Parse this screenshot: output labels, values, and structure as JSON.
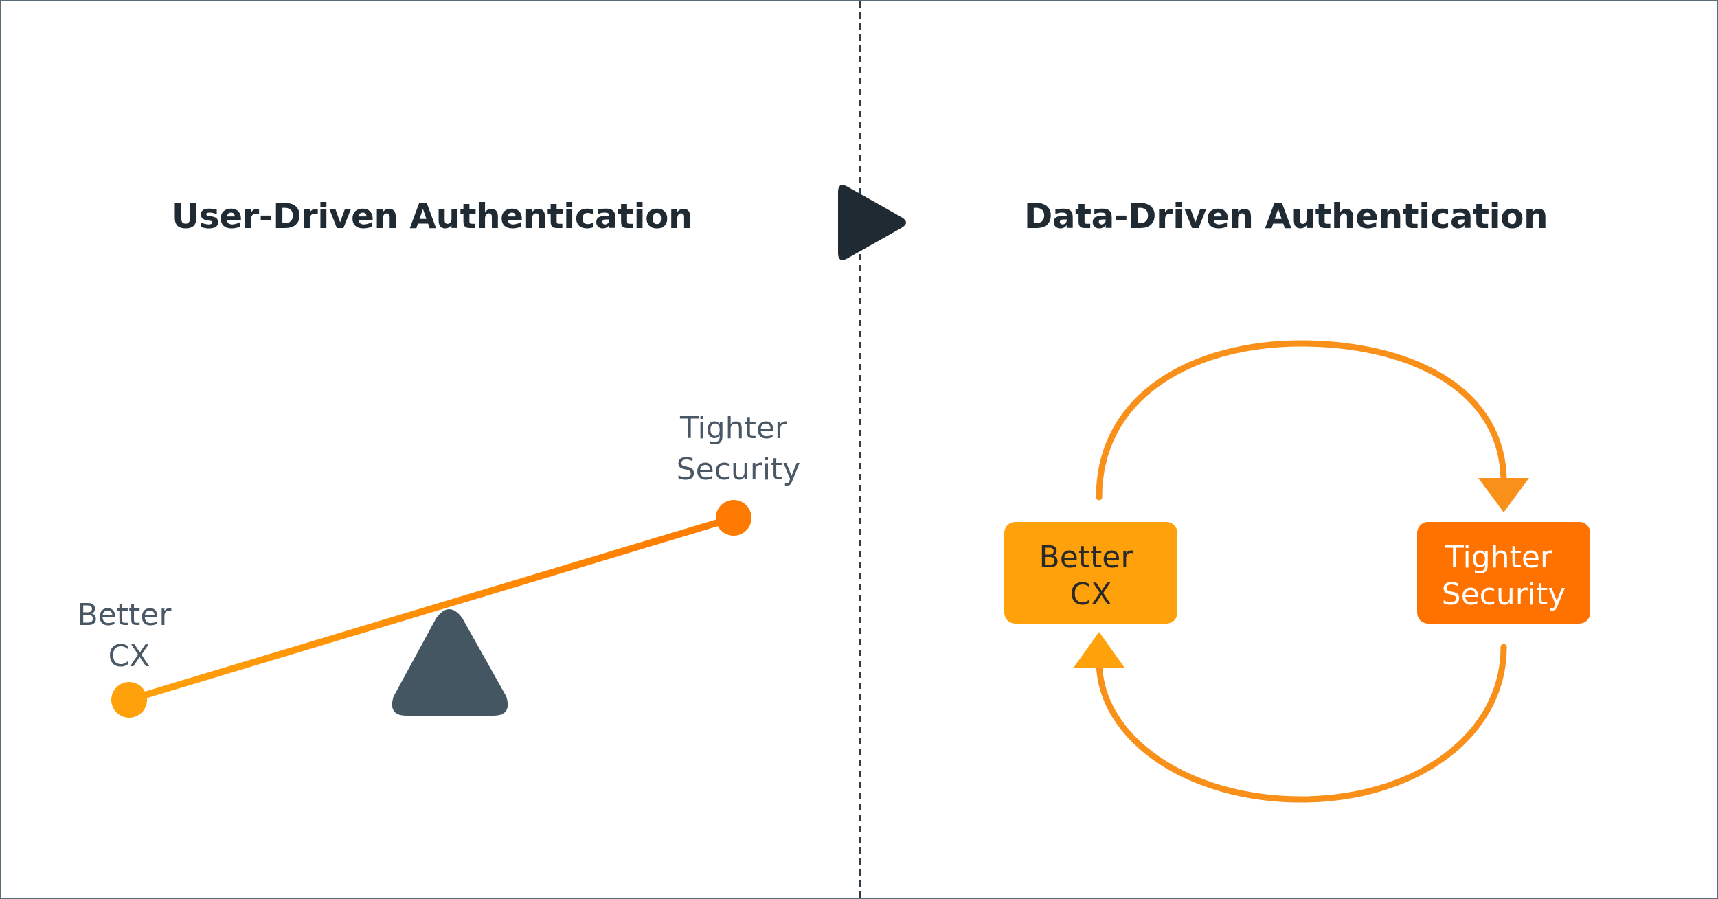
{
  "left_panel": {
    "title": "User-Driven Authentication",
    "low_end_label": [
      "Better",
      "CX"
    ],
    "high_end_label": [
      "Tighter",
      "Security"
    ]
  },
  "right_panel": {
    "title": "Data-Driven Authentication",
    "left_box_label": [
      "Better",
      "CX"
    ],
    "right_box_label": [
      "Tighter",
      "Security"
    ]
  },
  "colors": {
    "dark": "#1f2a33",
    "fulcrum": "#455663",
    "label_gray": "#4a5866",
    "orange_light": "#ffa10a",
    "orange_mid": "#f8901a",
    "orange_dark": "#ff7200",
    "divider": "#2f3b45",
    "border": "#5c6b78"
  }
}
